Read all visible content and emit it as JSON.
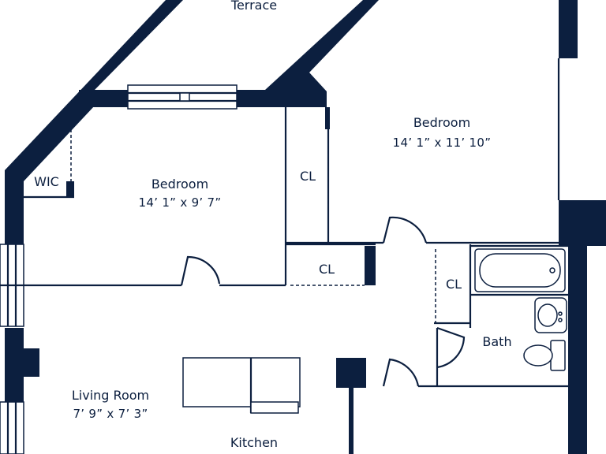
{
  "colors": {
    "wall": "#0c1f3f",
    "background": "#ffffff"
  },
  "rooms": {
    "terrace": {
      "name": "Terrace"
    },
    "bedroom_right": {
      "name": "Bedroom",
      "dims": "14’ 1” x 11’ 10”"
    },
    "bedroom_left": {
      "name": "Bedroom",
      "dims": "14’ 1” x 9’ 7”"
    },
    "wic": {
      "name": "WIC"
    },
    "closet_upper": {
      "name": "CL"
    },
    "closet_middle": {
      "name": "CL"
    },
    "closet_bath": {
      "name": "CL"
    },
    "bath": {
      "name": "Bath"
    },
    "living_room": {
      "name": "Living Room",
      "dims": "7’ 9” x 7’ 3”"
    },
    "kitchen": {
      "name": "Kitchen"
    }
  }
}
